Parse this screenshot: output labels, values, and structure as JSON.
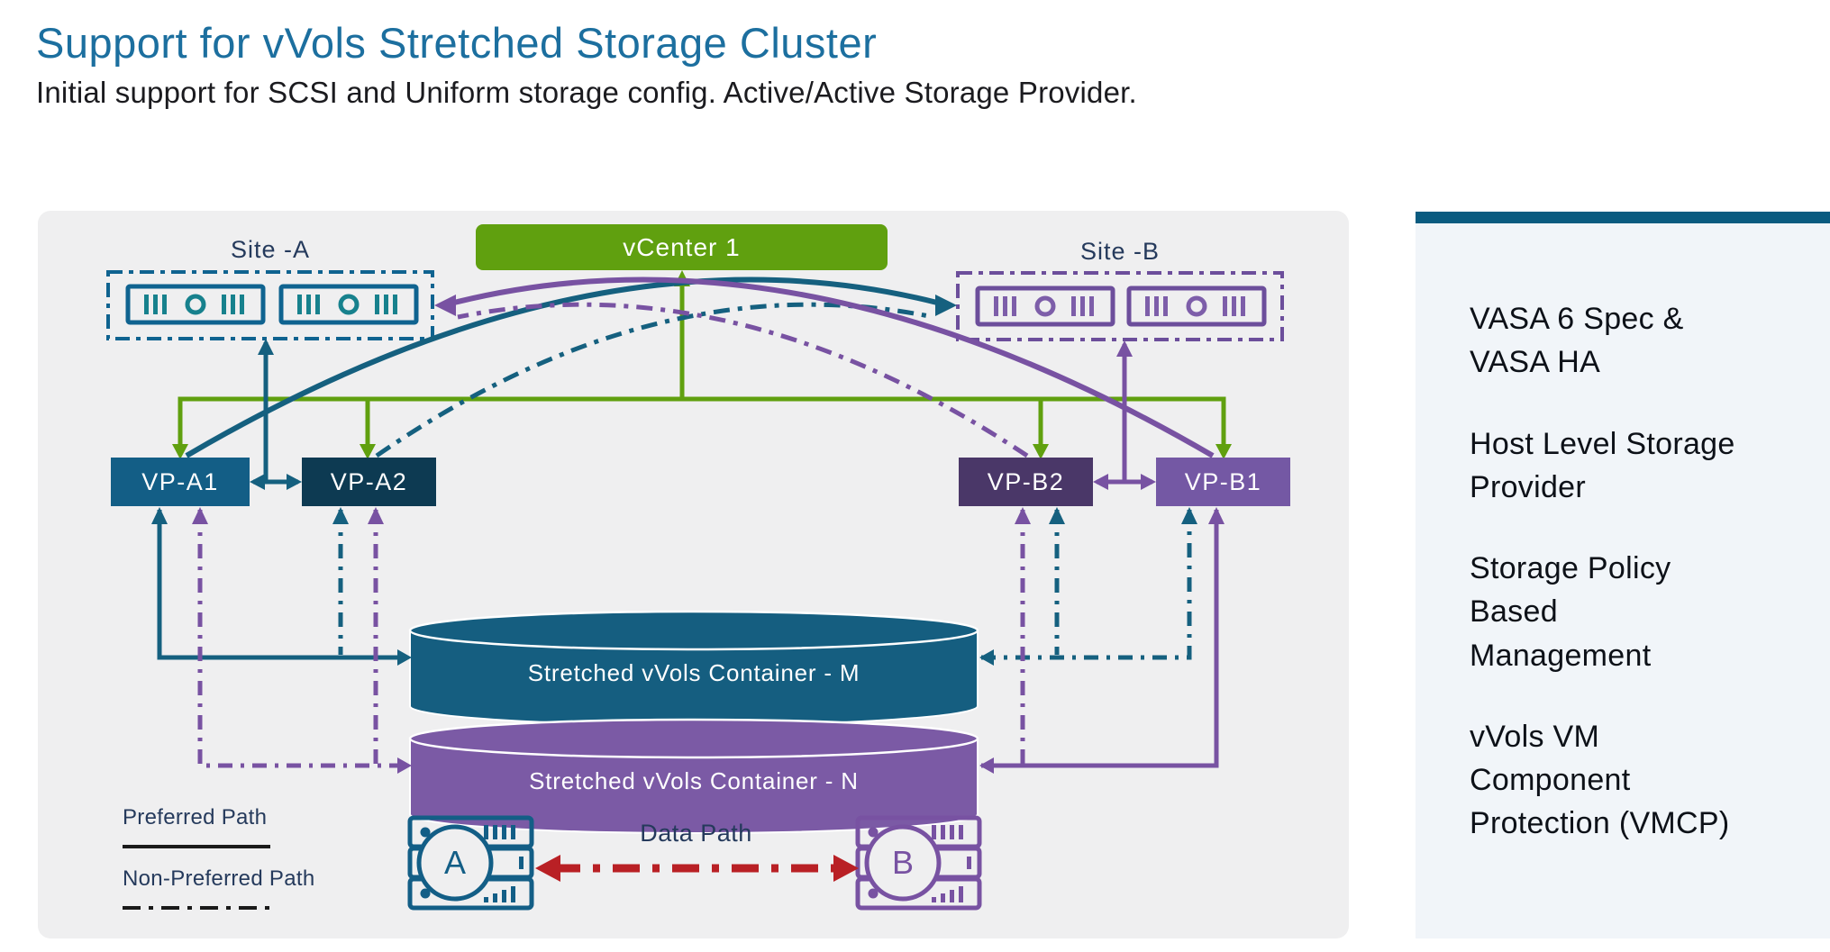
{
  "slide": {
    "title": "Support for vVols Stretched Storage Cluster",
    "subtitle": "Initial support for SCSI and Uniform storage config. Active/Active Storage Provider."
  },
  "diagram": {
    "site_a": {
      "label": "Site -A"
    },
    "site_b": {
      "label": "Site -B"
    },
    "vcenter": {
      "label": "vCenter 1"
    },
    "vp_a1": {
      "label": "VP-A1"
    },
    "vp_a2": {
      "label": "VP-A2"
    },
    "vp_b2": {
      "label": "VP-B2"
    },
    "vp_b1": {
      "label": "VP-B1"
    },
    "container_m": {
      "label": "Stretched vVols Container - M"
    },
    "container_n": {
      "label": "Stretched vVols Container - N"
    },
    "array_a": {
      "letter": "A"
    },
    "array_b": {
      "letter": "B"
    },
    "data_path": {
      "label": "Data Path"
    },
    "legend": {
      "preferred": "Preferred Path",
      "non_preferred": "Non-Preferred Path"
    }
  },
  "sidebar": {
    "items": [
      "VASA 6 Spec &\nVASA HA",
      "Host Level Storage\nProvider",
      "Storage Policy\nBased\nManagement",
      "vVols VM\nComponent\nProtection (VMCP)"
    ]
  },
  "colors": {
    "title_blue": "#1C6F9F",
    "teal_line": "#15607F",
    "teal_box": "#135E86",
    "teal_dark_box": "#0D3A52",
    "purple_line": "#7852A2",
    "purple_dark_box": "#4A3768",
    "purple_box": "#7458A4",
    "green": "#60A00F",
    "container_m_fill": "#155E80",
    "container_n_fill": "#7B5AA5",
    "red_data_path": "#B92025",
    "panel_gray": "#EFEFF0",
    "sidebar_bg": "#F1F5F9",
    "sidebar_bar": "#0A5B80",
    "label_slate": "#253A5C"
  }
}
